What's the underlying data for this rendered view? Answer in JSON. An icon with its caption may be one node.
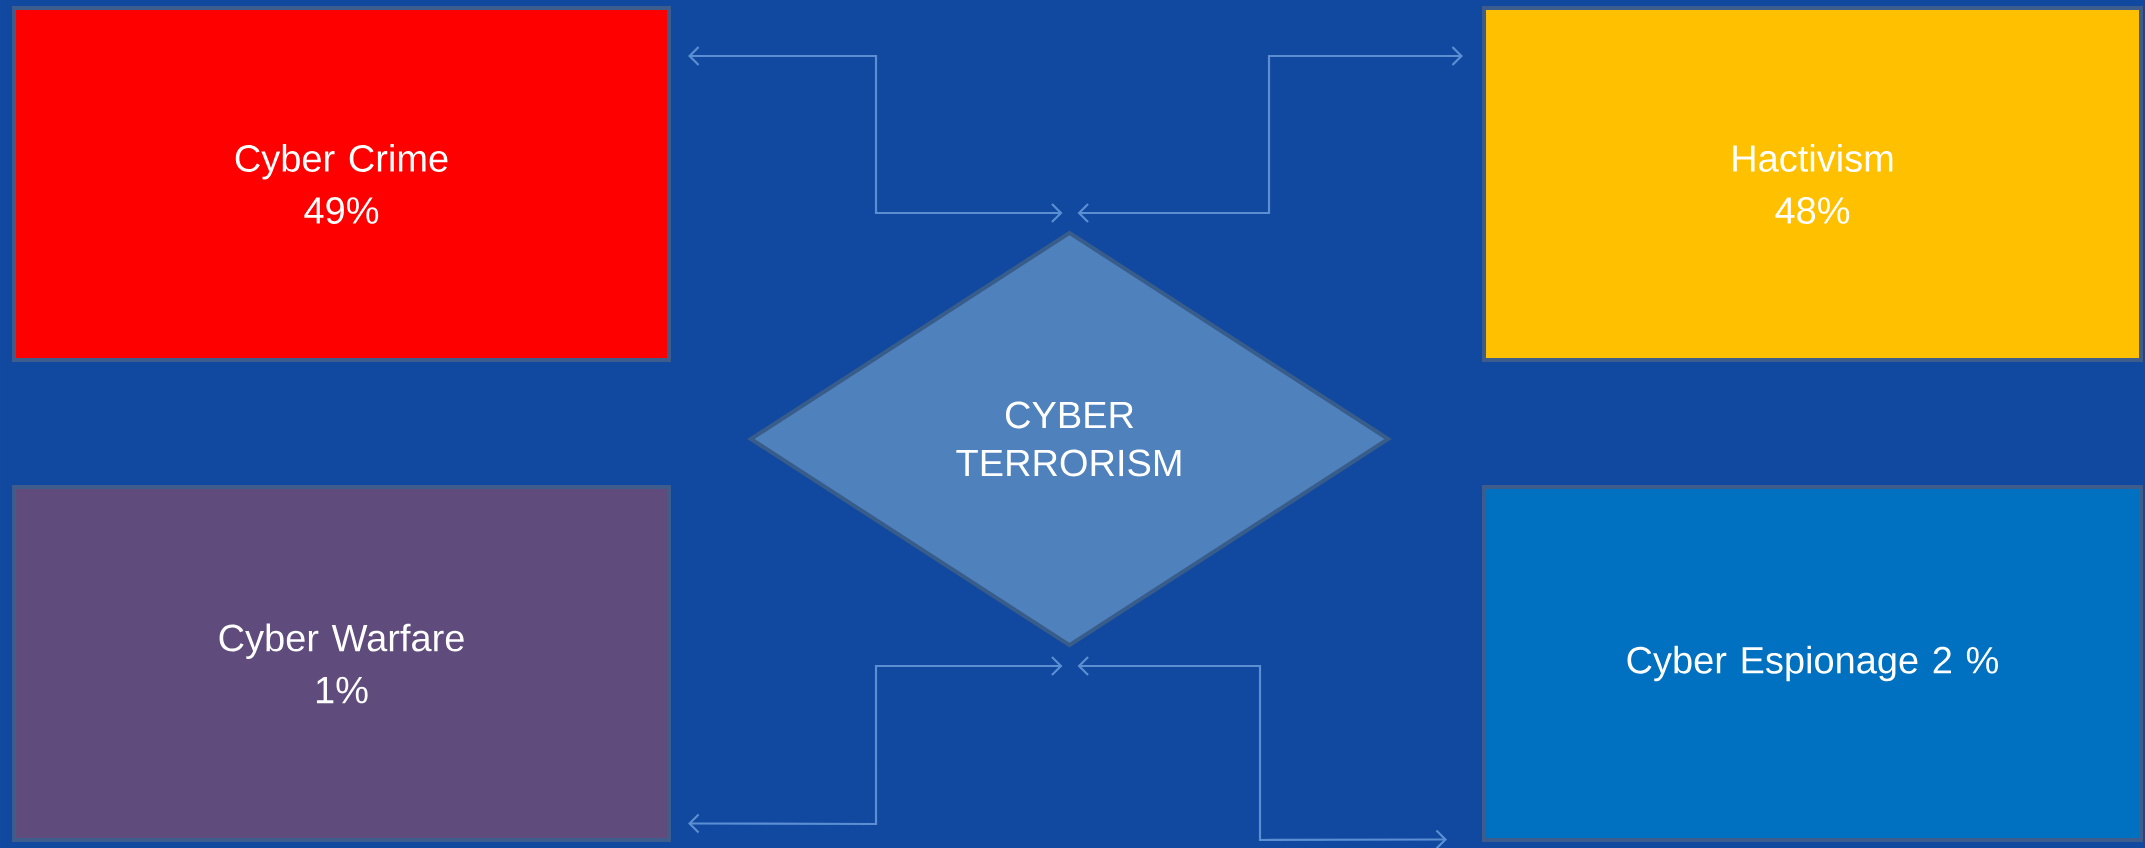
{
  "diagram": {
    "nodes": [
      {
        "text": [
          "Cyber Crime",
          "49%"
        ]
      },
      {
        "text": [
          "Hactivism",
          "48%"
        ]
      },
      {
        "text": [
          "CYBER TERRORISM"
        ]
      },
      {
        "text": [
          "Cyber Warfare",
          "1%"
        ]
      },
      {
        "text": [
          "Cyber Espionage 2 %"
        ]
      }
    ],
    "edges": [
      {
        "from": 2,
        "to": 0,
        "arrow": "both"
      },
      {
        "from": 2,
        "to": 1,
        "arrow": "both"
      },
      {
        "from": 2,
        "to": 3,
        "arrow": "both"
      },
      {
        "from": 2,
        "to": 4,
        "arrow": "both"
      }
    ]
  }
}
